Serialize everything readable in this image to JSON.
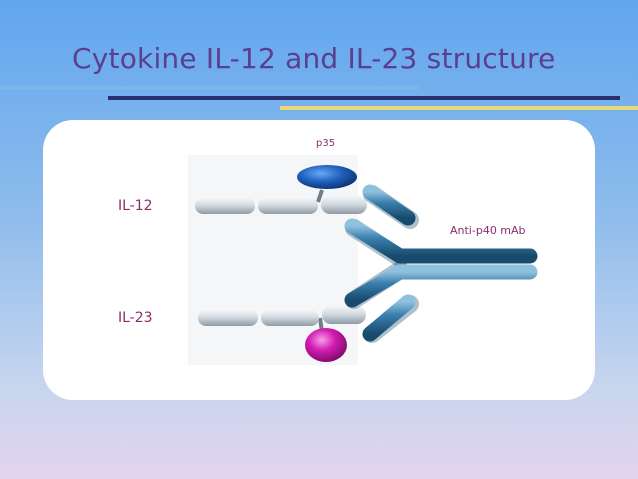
{
  "slide": {
    "title": "Cytokine IL-12 and IL-23 structure"
  },
  "diagram": {
    "labels": {
      "il12": "IL-12",
      "il23": "IL-23",
      "p35": "p35",
      "antibody": "Anti-p40 mAb"
    }
  },
  "colors": {
    "title": "#5a3f8e",
    "label": "#8c2d6e",
    "p35_subunit": "#1f62bd",
    "p19_subunit": "#c81aa8",
    "domain": "#c7d0d8",
    "antibody": "#2d6f99",
    "rule_navy": "#28306e",
    "rule_gold": "#e8d978"
  }
}
